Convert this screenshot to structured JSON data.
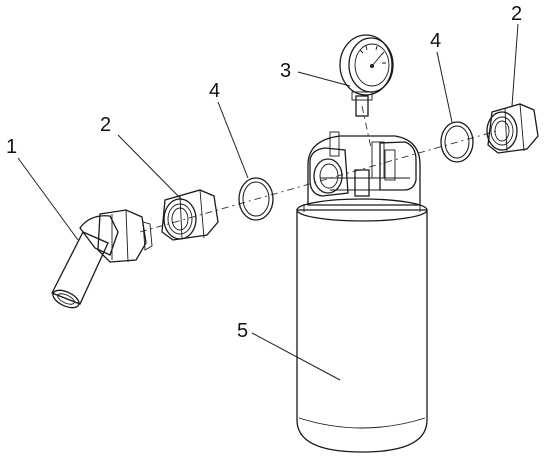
{
  "callouts": {
    "c1": "1",
    "c2a": "2",
    "c2b": "2",
    "c3": "3",
    "c4a": "4",
    "c4b": "4",
    "c5": "5"
  },
  "colors": {
    "line": "#1a1a1a",
    "shade_light": "#f0f0f0",
    "shade_mid": "#d9d9d9",
    "shade_dark": "#a8a8a8"
  }
}
